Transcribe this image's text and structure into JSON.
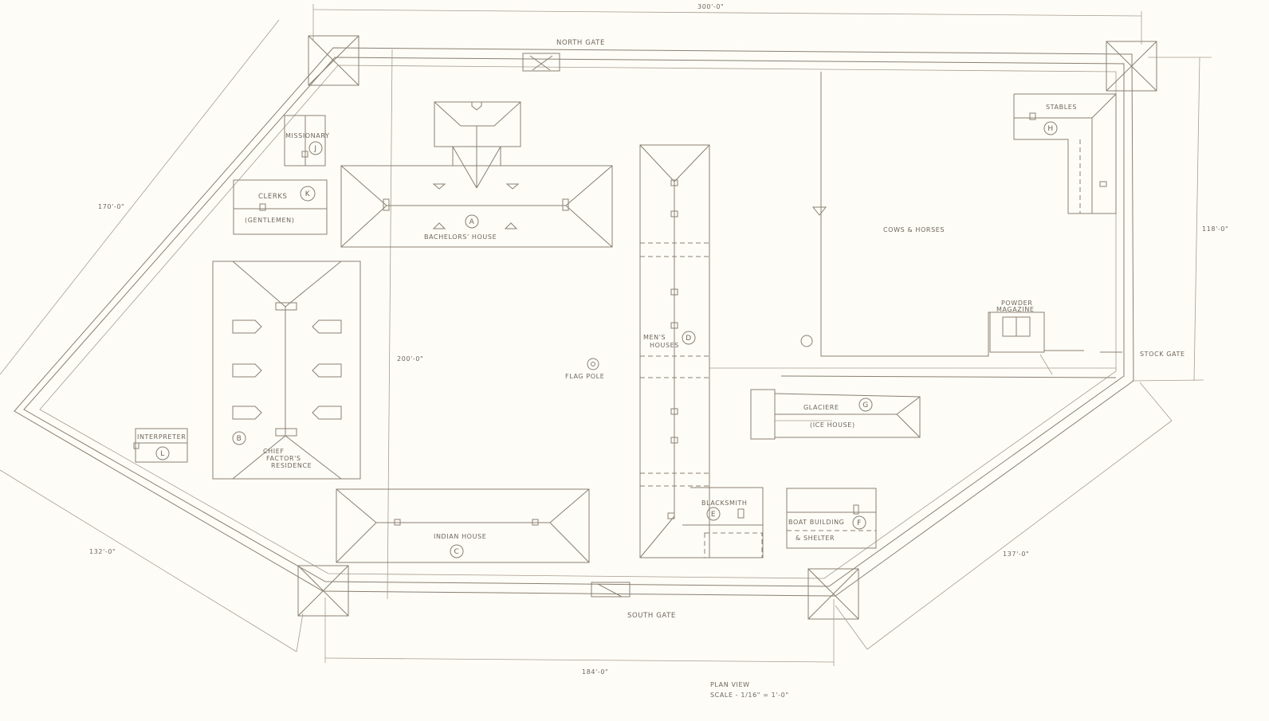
{
  "dimensions": {
    "top": "300'-0\"",
    "northwest": "170'-0\"",
    "east": "118'-0\"",
    "interior": "200'-0\"",
    "southwest": "132'-0\"",
    "southeast": "137'-0\"",
    "bottom": "184'-0\""
  },
  "gates": {
    "north": "NORTH GATE",
    "south": "SOUTH GATE",
    "stock": "STOCK GATE"
  },
  "buildings": {
    "missionary": {
      "label": "MISSIONARY",
      "key": "J"
    },
    "clerks": {
      "label": "CLERKS",
      "sub": "(GENTLEMEN)",
      "key": "K"
    },
    "bachelors": {
      "label": "BACHELORS' HOUSE",
      "key": "A"
    },
    "chief_factor": {
      "line1": "CHIEF",
      "line2": "FACTOR'S",
      "line3": "RESIDENCE",
      "key": "B"
    },
    "interpreter": {
      "label": "INTERPRETER",
      "key": "L"
    },
    "indian_house": {
      "label": "INDIAN HOUSE",
      "key": "C"
    },
    "mens_houses": {
      "line1": "MEN'S",
      "line2": "HOUSES",
      "key": "D"
    },
    "blacksmith": {
      "label": "BLACKSMITH",
      "key": "E"
    },
    "boat_building": {
      "label": "BOAT  BUILDING",
      "sub": "& SHELTER",
      "key": "F"
    },
    "glaciere": {
      "label": "GLACIERE",
      "sub": "(ICE HOUSE)",
      "key": "G"
    },
    "stables": {
      "label": "STABLES",
      "key": "H"
    },
    "powder_magazine": {
      "line1": "POWDER",
      "line2": "MAGAZINE"
    },
    "corral": {
      "label": "COWS & HORSES"
    },
    "flag_pole": {
      "label": "FLAG POLE"
    }
  },
  "title": {
    "line1": "PLAN  VIEW",
    "line2": "SCALE - 1/16\" = 1'-0\""
  }
}
